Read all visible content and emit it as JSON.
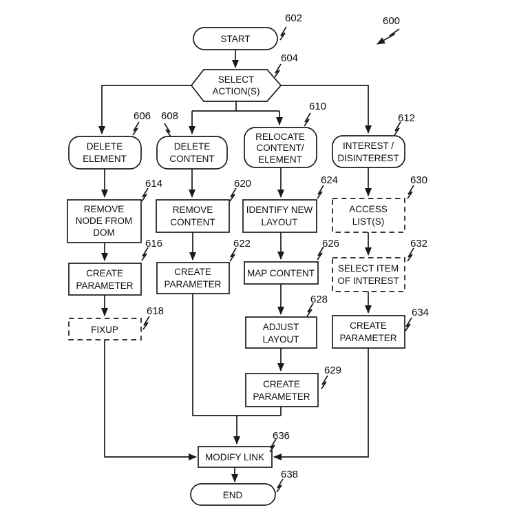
{
  "figure": {
    "ref": "600"
  },
  "colors": {
    "ink": "#1a1a1a",
    "background": "#ffffff"
  },
  "nodes": [
    {
      "id": "start",
      "ref": "602",
      "shape": "stadium",
      "lines": [
        "START"
      ]
    },
    {
      "id": "select-actions",
      "ref": "604",
      "shape": "hexagon",
      "lines": [
        "SELECT",
        "ACTION(S)"
      ]
    },
    {
      "id": "delete-element",
      "ref": "606",
      "shape": "rounded",
      "lines": [
        "DELETE",
        "ELEMENT"
      ]
    },
    {
      "id": "delete-content",
      "ref": "608",
      "shape": "rounded",
      "lines": [
        "DELETE",
        "CONTENT"
      ]
    },
    {
      "id": "relocate-content-element",
      "ref": "610",
      "shape": "rounded",
      "lines": [
        "RELOCATE",
        "CONTENT/",
        "ELEMENT"
      ]
    },
    {
      "id": "interest-disinterest",
      "ref": "612",
      "shape": "rounded",
      "lines": [
        "INTEREST /",
        "DISINTEREST"
      ]
    },
    {
      "id": "remove-node-from-dom",
      "ref": "614",
      "shape": "rect",
      "lines": [
        "REMOVE",
        "NODE FROM",
        "DOM"
      ]
    },
    {
      "id": "create-parameter-delete-element",
      "ref": "616",
      "shape": "rect",
      "lines": [
        "CREATE",
        "PARAMETER"
      ]
    },
    {
      "id": "fixup",
      "ref": "618",
      "shape": "rect-dashed",
      "lines": [
        "FIXUP"
      ]
    },
    {
      "id": "remove-content",
      "ref": "620",
      "shape": "rect",
      "lines": [
        "REMOVE",
        "CONTENT"
      ]
    },
    {
      "id": "create-parameter-delete-content",
      "ref": "622",
      "shape": "rect",
      "lines": [
        "CREATE",
        "PARAMETER"
      ]
    },
    {
      "id": "identify-new-layout",
      "ref": "624",
      "shape": "rect",
      "lines": [
        "IDENTIFY NEW",
        "LAYOUT"
      ]
    },
    {
      "id": "map-content",
      "ref": "626",
      "shape": "rect",
      "lines": [
        "MAP CONTENT"
      ]
    },
    {
      "id": "adjust-layout",
      "ref": "628",
      "shape": "rect",
      "lines": [
        "ADJUST",
        "LAYOUT"
      ]
    },
    {
      "id": "create-parameter-relocate",
      "ref": "629",
      "shape": "rect",
      "lines": [
        "CREATE",
        "PARAMETER"
      ]
    },
    {
      "id": "access-lists",
      "ref": "630",
      "shape": "rect-dashed",
      "lines": [
        "ACCESS",
        "LIST(S)"
      ]
    },
    {
      "id": "select-item-of-interest",
      "ref": "632",
      "shape": "rect-dashed",
      "lines": [
        "SELECT ITEM",
        "OF INTEREST"
      ]
    },
    {
      "id": "create-parameter-interest",
      "ref": "634",
      "shape": "rect",
      "lines": [
        "CREATE",
        "PARAMETER"
      ]
    },
    {
      "id": "modify-link",
      "ref": "636",
      "shape": "rect",
      "lines": [
        "MODIFY LINK"
      ]
    },
    {
      "id": "end",
      "ref": "638",
      "shape": "stadium",
      "lines": [
        "END"
      ]
    }
  ],
  "edges": [
    [
      "start",
      "select-actions"
    ],
    [
      "select-actions",
      "delete-element"
    ],
    [
      "select-actions",
      "delete-content"
    ],
    [
      "select-actions",
      "relocate-content-element"
    ],
    [
      "select-actions",
      "interest-disinterest"
    ],
    [
      "delete-element",
      "remove-node-from-dom"
    ],
    [
      "remove-node-from-dom",
      "create-parameter-delete-element"
    ],
    [
      "create-parameter-delete-element",
      "fixup"
    ],
    [
      "fixup",
      "modify-link"
    ],
    [
      "delete-content",
      "remove-content"
    ],
    [
      "remove-content",
      "create-parameter-delete-content"
    ],
    [
      "create-parameter-delete-content",
      "modify-link"
    ],
    [
      "relocate-content-element",
      "identify-new-layout"
    ],
    [
      "identify-new-layout",
      "map-content"
    ],
    [
      "map-content",
      "adjust-layout"
    ],
    [
      "adjust-layout",
      "create-parameter-relocate"
    ],
    [
      "create-parameter-relocate",
      "modify-link"
    ],
    [
      "interest-disinterest",
      "access-lists"
    ],
    [
      "access-lists",
      "select-item-of-interest"
    ],
    [
      "select-item-of-interest",
      "create-parameter-interest"
    ],
    [
      "create-parameter-interest",
      "modify-link"
    ],
    [
      "modify-link",
      "end"
    ]
  ]
}
